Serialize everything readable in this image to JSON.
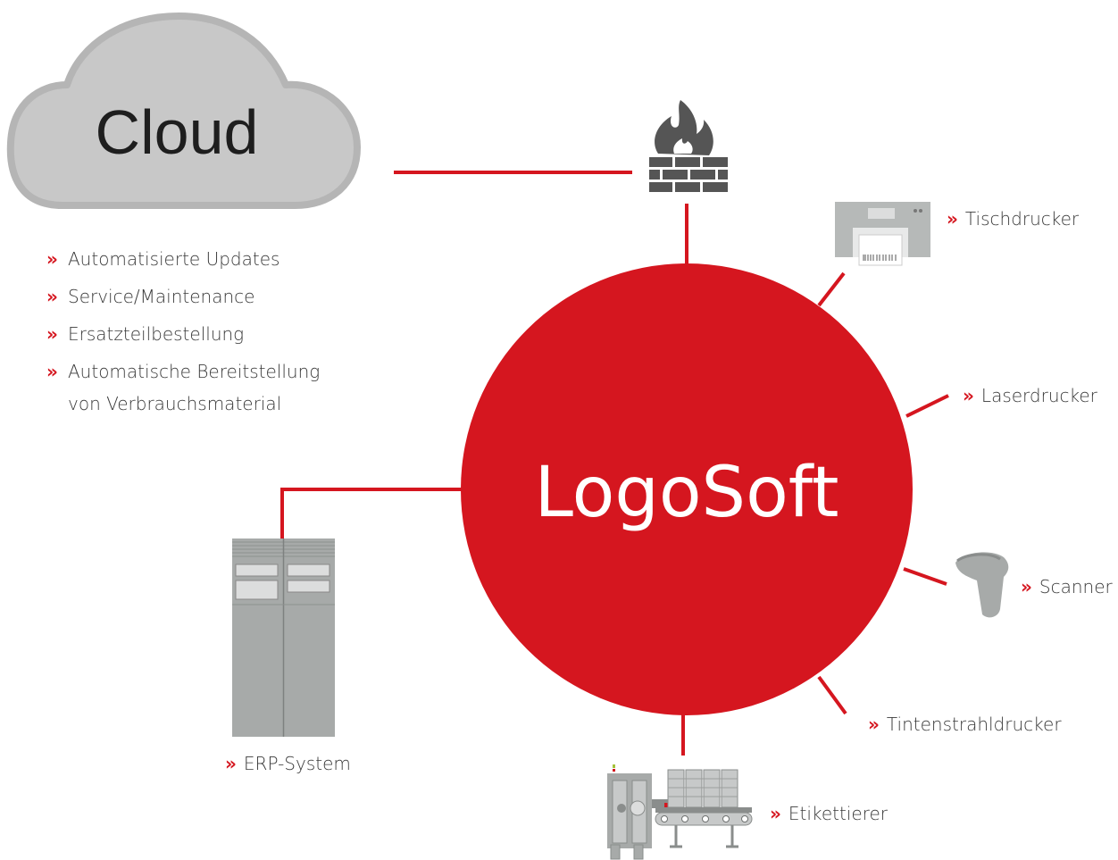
{
  "cloud": {
    "label": "Cloud",
    "features": [
      "Automatisierte Updates",
      "Service/Maintenance",
      "Ersatzteilbestellung",
      "Automatische Bereitstellung von Verbrauchsmaterial"
    ]
  },
  "center": {
    "label": "LogoSoft"
  },
  "devices": {
    "tischdrucker": "Tischdrucker",
    "laserdrucker": "Laserdrucker",
    "scanner": "Scanner",
    "tintenstrahldrucker": "Tintenstrahldrucker",
    "etikettierer": "Etikettierer",
    "erp": "ERP-System"
  },
  "bullet": "»",
  "colors": {
    "accent": "#d5161f",
    "cloud_fill": "#c8c8c8",
    "cloud_stroke": "#b5b5b5",
    "icon_dark": "#555555",
    "icon_gray": "#a7aaa9"
  },
  "icons": {
    "firewall": "firewall-icon",
    "cloud": "cloud-icon",
    "tischdrucker": "desktop-printer-icon",
    "scanner": "barcode-scanner-icon",
    "etikettierer": "labeling-machine-icon",
    "erp": "server-cabinet-icon"
  }
}
